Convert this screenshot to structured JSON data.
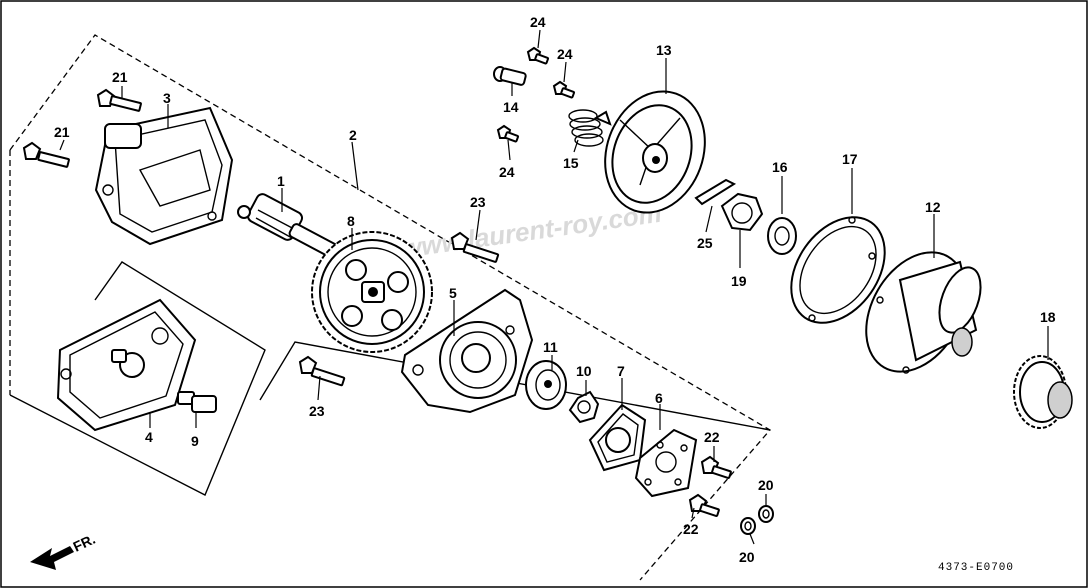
{
  "labels": {
    "p1": "1",
    "p2": "2",
    "p3": "3",
    "p4": "4",
    "p5": "5",
    "p6": "6",
    "p7": "7",
    "p8": "8",
    "p9": "9",
    "p10": "10",
    "p11": "11",
    "p12": "12",
    "p13": "13",
    "p14": "14",
    "p15": "15",
    "p16": "16",
    "p17": "17",
    "p18": "18",
    "p19": "19",
    "p20a": "20",
    "p20b": "20",
    "p21a": "21",
    "p21b": "21",
    "p22a": "22",
    "p22b": "22",
    "p23a": "23",
    "p23b": "23",
    "p24a": "24",
    "p24b": "24",
    "p24c": "24",
    "p25": "25"
  },
  "front_arrow": "FR.",
  "drawing_code": "4373-E0700",
  "watermark": "www.laurent-roy.com"
}
